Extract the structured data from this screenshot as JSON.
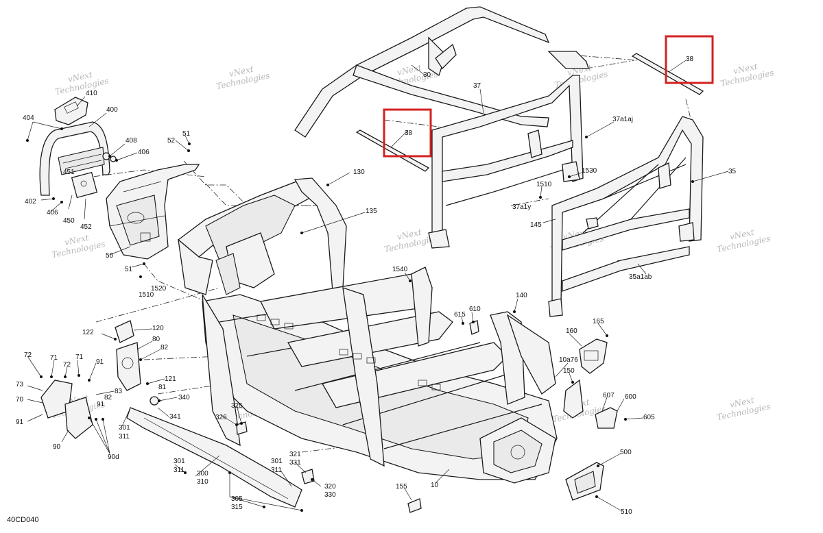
{
  "diagram": {
    "drawing_code": "40CD040",
    "watermark_line1": "vNext",
    "watermark_line2": "Technologies",
    "highlight_color": "#d42020",
    "callouts": {
      "c404": "404",
      "c410": "410",
      "c400": "400",
      "c408": "408",
      "c406a": "406",
      "c451": "451",
      "c402": "402",
      "c406b": "406",
      "c450": "450",
      "c452": "452",
      "c52": "52",
      "c51a": "51",
      "c50": "50",
      "c51b": "51",
      "c1510a": "1510",
      "c1520": "1520",
      "c30": "30",
      "c37": "37",
      "c38a": "38",
      "c38b": "38",
      "c37a1aj": "37a1aj",
      "c130": "130",
      "c135": "135",
      "c1530": "1530",
      "c1510b": "1510",
      "c37a1y": "37a1y",
      "c145": "145",
      "c35": "35",
      "c35a1ab": "35a1ab",
      "c1540": "1540",
      "c140": "140",
      "c610": "610",
      "c615": "615",
      "c165": "165",
      "c160": "160",
      "c10a76": "10a76",
      "c150": "150",
      "c607": "607",
      "c600": "600",
      "c605": "605",
      "c500": "500",
      "c510": "510",
      "c10": "10",
      "c155": "155",
      "c120": "120",
      "c122": "122",
      "c80": "80",
      "c82a": "82",
      "c91a": "91",
      "c121": "121",
      "c72a": "72",
      "c71a": "71",
      "c72b": "72",
      "c71b": "71",
      "c73": "73",
      "c70": "70",
      "c91b": "91",
      "c90": "90",
      "c90d": "90d",
      "c83": "83",
      "c82b": "82",
      "c81": "81",
      "c91c": "91",
      "c340": "340",
      "c341": "341",
      "c301a": "301",
      "c311a": "311",
      "c326": "326",
      "c325": "325",
      "c301b": "301",
      "c311b": "311",
      "c300": "300",
      "c310": "310",
      "c301c": "301",
      "c311c": "311",
      "c321": "321",
      "c331": "331",
      "c320": "320",
      "c330": "330",
      "c305": "305",
      "c315": "315"
    }
  }
}
